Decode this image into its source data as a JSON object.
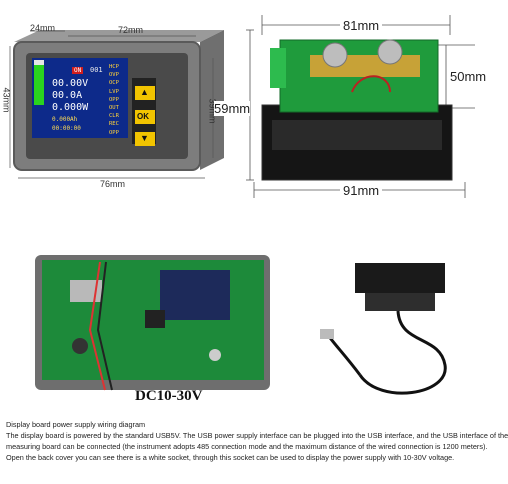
{
  "panel_meter": {
    "dim_depth": "24mm",
    "dim_width": "72mm",
    "dim_height": "43mm",
    "dim_screen_height": "39mm",
    "dim_bottom_width": "76mm",
    "lcd": {
      "status": "ON",
      "channel": "001",
      "voltage": "00.00V",
      "current": "00.0A",
      "power": "0.000W",
      "line4": "0.000Ah",
      "line5": "00:00:00",
      "side_labels": [
        "HCP",
        "OVP",
        "OCP",
        "LVP",
        "OPP",
        "OUT",
        "CLR",
        "REC",
        "OPP"
      ]
    },
    "buttons": [
      "▲",
      "OK",
      "▼"
    ]
  },
  "shunt_board": {
    "dim_top": "81mm",
    "dim_right": "50mm",
    "dim_left": "59mm",
    "dim_bottom": "91mm"
  },
  "wiring": {
    "label": "DC10-30V"
  },
  "caption_lines": [
    "Display board power supply wiring diagram",
    "The display board is powered by the standard USB5V. The USB power supply interface can be plugged into the USB interface, and the USB interface of the",
    "measuring board can be connected (the instrument adopts 485 connection mode and the maximum distance of the wired connection is 1200 meters).",
    "Open the back cover you can see there is a white socket, through this socket can be used to display the power supply with 10-30V voltage."
  ]
}
